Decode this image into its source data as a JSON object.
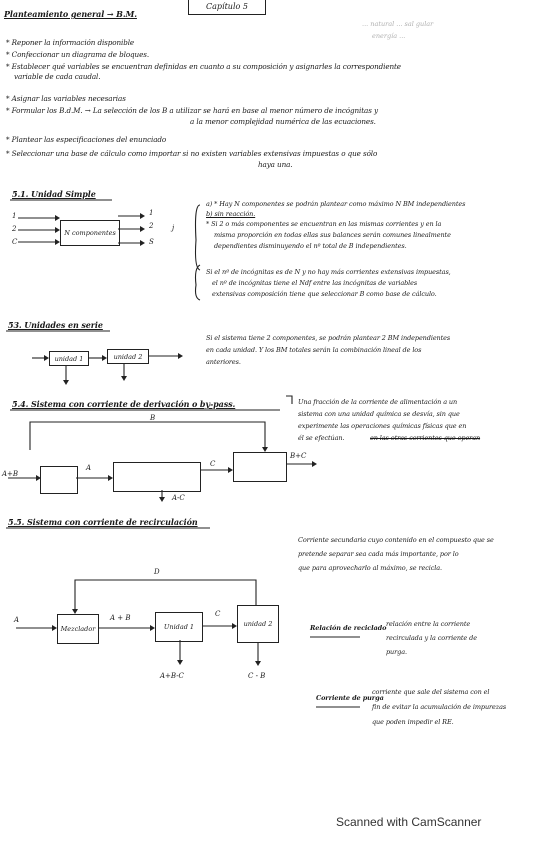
{
  "header": {
    "title": "Planteamiento general → B.M.",
    "chapter": "Capítulo 5",
    "faint_note_1": "... natural ... sal gular",
    "faint_note_2": "energía ..."
  },
  "steps": [
    "* Reponer la información disponible",
    "* Confeccionar un diagrama de bloques.",
    "* Establecer qué variables se encuentran definidas en cuanto a su composición y asignarles la correspondiente",
    "variable de cada caudal.",
    "* Asignar las variables necesarias",
    "* Formular los B.d.M. → La selección de los B a utilizar se hará en base al menor número de incógnitas y",
    "a la menor complejidad numérica de las ecuaciones.",
    "* Plantear las especificaciones del enunciado",
    "* Seleccionar una base de cálculo como importar si no existen variables extensivas impuestas o que sólo",
    "haya una."
  ],
  "section_51": {
    "heading": "5.1. Unidad Simple",
    "box_label": "N componentes",
    "in_labels": [
      "1",
      "2",
      "C"
    ],
    "out_labels": [
      "1",
      "2",
      "S"
    ],
    "j_label": "j",
    "note_a_lines": [
      "a) * Hay N componentes se podrán plantear como máximo N BM independientes",
      "b) sin reacción.",
      "* Si 2 o más componentes se encuentran en las mismas corrientes y en la",
      "misma proporción en todas ellas sus balances serán comunes linealmente",
      "dependientes disminuyendo el nº total de B independientes."
    ],
    "note_b_lines": [
      "Si el nº de incógnitas es de N y no hay más corrientes extensivas impuestas,",
      "el nº de incógnitas tiene el Ndf entre las incógnitas de variables",
      "extensivas composición tiene que seleccionar B como base de cálculo."
    ]
  },
  "section_53": {
    "heading": "53. Unidades en serie",
    "unit1": "unidad 1",
    "unit2": "unidad 2",
    "note_lines": [
      "Si el sistema tiene 2 componentes, se podrán plantear 2 BM independientes",
      "en cada unidad. Y los BM totales serán la combinación lineal de los",
      "anteriores."
    ]
  },
  "section_54": {
    "heading": "5.4. Sistema con corriente de derivación o by-pass.",
    "labels": {
      "b": "B",
      "ab": "A+B",
      "a": "A",
      "c": "C",
      "ac": "A-C",
      "bc": "B+C"
    },
    "note_lines": [
      "Una fracción de la corriente de alimentación a un",
      "sistema con una unidad química se desvía, sin que",
      "experimente las operaciones químicas físicas que en",
      "él se efectúan."
    ],
    "strike_text": "en las otras corrientes que operan"
  },
  "section_55": {
    "heading": "5.5. Sistema con corriente de recirculación",
    "note_lines": [
      "Corriente secundaria cuyo contenido en el compuesto que se",
      "pretende separar sea cada más importante, por lo",
      "que para aprovecharlo al máximo, se recicla."
    ],
    "labels": {
      "d": "D",
      "a": "A",
      "mixer": "Mezclador",
      "ab": "A + B",
      "unit1": "Unidad 1",
      "c": "C",
      "unit2": "unidad 2",
      "abc": "A+B-C",
      "cb": "C - B"
    },
    "def_1_term": "Relación de reciclado",
    "def_1_text": [
      "relación entre la corriente",
      "recirculada y la corriente de",
      "purga."
    ],
    "def_2_term": "Corriente de purga",
    "def_2_text": [
      "corriente que sale del sistema con el",
      "fin de evitar la acumulación de impurezas",
      "que poden impedir el RE."
    ]
  },
  "footer": {
    "scanned": "Scanned with CamScanner"
  }
}
